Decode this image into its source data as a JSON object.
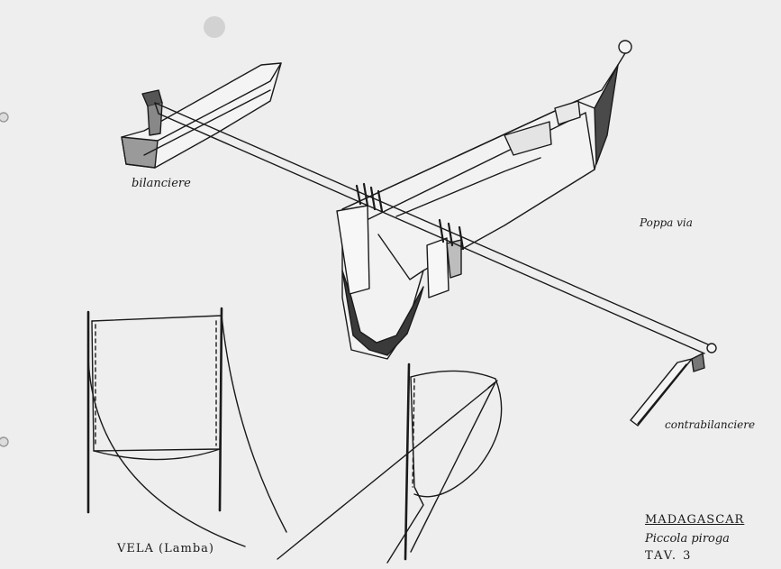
{
  "labels": {
    "bilanciere": "bilanciere",
    "poppavia": "Poppa via",
    "contrabilanciere": "contrabilanciere",
    "vela": "VELA   (Lamba)",
    "region": "MADAGASCAR",
    "subtitle": "Piccola piroga",
    "plate": "TAV. 3"
  },
  "colors": {
    "paper": "#eeeeee",
    "ink": "#1a1a1a"
  }
}
